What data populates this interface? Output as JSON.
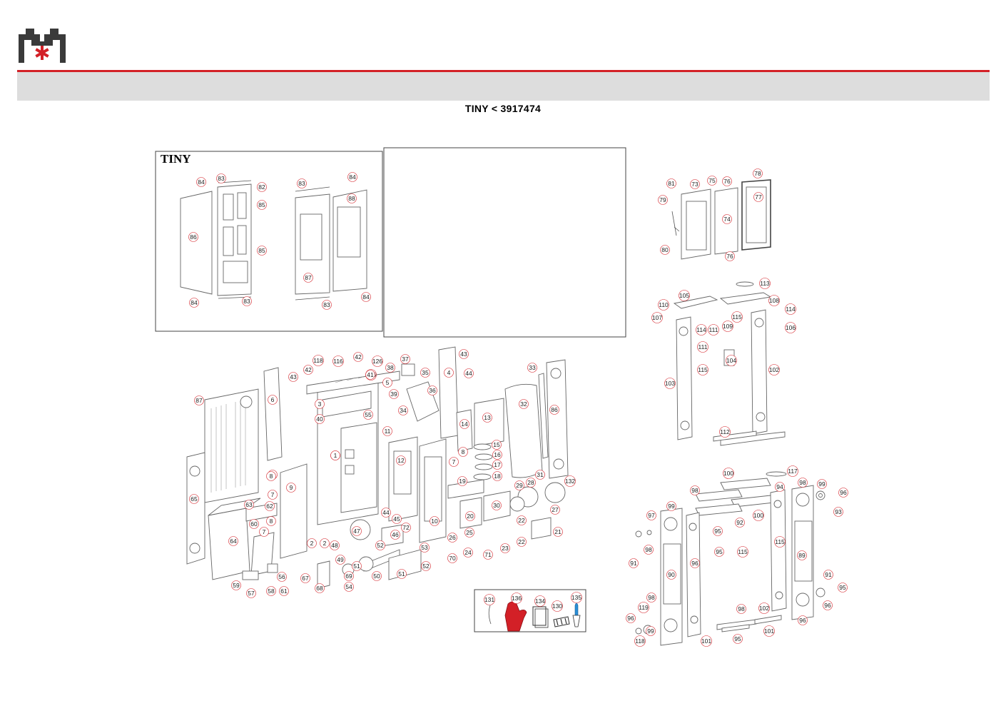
{
  "header": {
    "logo_icon": "brand-logo-icon",
    "title": "TINY < 3917474",
    "accent_color": "#d32027",
    "band_color": "#dddddd"
  },
  "inset_tiny": {
    "title": "TINY",
    "parts": [
      "84",
      "83",
      "82",
      "85",
      "85",
      "86",
      "84",
      "83",
      "83",
      "84",
      "88",
      "87",
      "84",
      "83"
    ]
  },
  "main_parts": [
    "118",
    "116",
    "42",
    "126",
    "37",
    "43",
    "4",
    "44",
    "33",
    "87",
    "43",
    "6",
    "42",
    "126",
    "3",
    "40",
    "55",
    "38",
    "35",
    "39",
    "36",
    "34",
    "5",
    "41",
    "11",
    "13",
    "32",
    "86",
    "14",
    "12",
    "1",
    "8",
    "7",
    "15",
    "16",
    "17",
    "18",
    "9",
    "7",
    "8",
    "7",
    "19",
    "31",
    "132",
    "28",
    "29",
    "30",
    "27",
    "65",
    "63",
    "62",
    "8",
    "7",
    "60",
    "64",
    "44",
    "45",
    "72",
    "47",
    "48",
    "2",
    "2",
    "46",
    "52",
    "53",
    "20",
    "25",
    "22",
    "22",
    "21",
    "26",
    "24",
    "23",
    "71",
    "70",
    "49",
    "51",
    "50",
    "51",
    "52",
    "56",
    "58",
    "57",
    "61",
    "59",
    "67",
    "68",
    "69",
    "54",
    "10",
    "1"
  ],
  "tools_box": [
    "131",
    "136",
    "134",
    "130",
    "135"
  ],
  "top_right_door": [
    "81",
    "73",
    "75",
    "76",
    "78",
    "79",
    "77",
    "74",
    "80",
    "76"
  ],
  "mid_right_frame": [
    "113",
    "105",
    "108",
    "110",
    "107",
    "115",
    "114",
    "109",
    "114",
    "106",
    "111",
    "111",
    "115",
    "104",
    "103",
    "102",
    "112"
  ],
  "bottom_right_frame": [
    "117",
    "100",
    "99",
    "96",
    "98",
    "94",
    "98",
    "100",
    "93",
    "95",
    "92",
    "97",
    "99",
    "98",
    "95",
    "115",
    "115",
    "89",
    "91",
    "96",
    "90",
    "91",
    "95",
    "96",
    "98",
    "98",
    "102",
    "119",
    "99",
    "96",
    "95",
    "101",
    "101",
    "118",
    "96"
  ]
}
